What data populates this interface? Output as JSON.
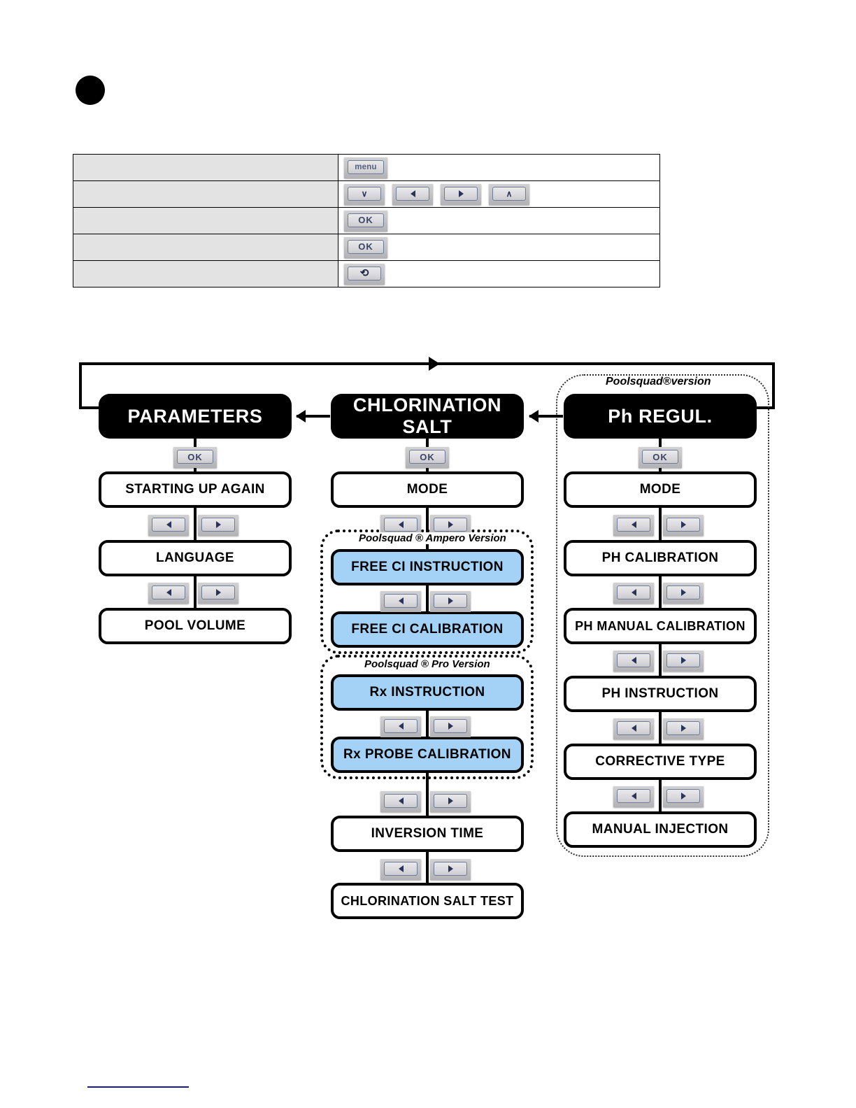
{
  "page": {
    "bullet_icon": "filled-circle-bullet",
    "footnote_rule": "footnote-separator"
  },
  "key_table": {
    "rows": [
      {
        "label": "",
        "keys": [
          {
            "icon": "menu-key",
            "label": "menu"
          }
        ]
      },
      {
        "label": "",
        "keys": [
          {
            "icon": "down-key",
            "label": "∨"
          },
          {
            "icon": "left-key",
            "label": "◂"
          },
          {
            "icon": "right-key",
            "label": "▸"
          },
          {
            "icon": "up-key",
            "label": "∧"
          }
        ]
      },
      {
        "label": "",
        "keys": [
          {
            "icon": "ok-key",
            "label": "OK"
          }
        ]
      },
      {
        "label": "",
        "keys": [
          {
            "icon": "ok-key",
            "label": "OK"
          }
        ]
      },
      {
        "label": "",
        "keys": [
          {
            "icon": "return-home-key",
            "label": "⟲"
          }
        ]
      }
    ]
  },
  "diagram": {
    "type": "menu-navigation-flowchart",
    "loop_arrow": "loop-back-to-parameters",
    "colors": {
      "header_fill": "#000000",
      "header_text": "#ffffff",
      "node_fill": "#ffffff",
      "highlight_fill": "#a4d2f6",
      "outline": "#000000",
      "footnote_rule": "#1a1a8c"
    },
    "columns": [
      {
        "id": "parameters",
        "header": "PARAMETERS",
        "entry_key": "OK",
        "nodes": [
          {
            "label": "STARTING UP AGAIN",
            "highlight": false
          },
          {
            "label": "LANGUAGE",
            "highlight": false
          },
          {
            "label": "POOL VOLUME",
            "highlight": false
          }
        ]
      },
      {
        "id": "chlorination-salt",
        "header": "CHLORINATION  SALT",
        "entry_key": "OK",
        "nodes": [
          {
            "label": "MODE",
            "highlight": false
          },
          {
            "label": "FREE CI INSTRUCTION",
            "highlight": true,
            "group": "Poolsquad ® Ampero Version"
          },
          {
            "label": "FREE CI CALIBRATION",
            "highlight": true,
            "group": "Poolsquad ® Ampero Version"
          },
          {
            "label": "Rx INSTRUCTION",
            "highlight": true,
            "group": "Poolsquad ® Pro Version"
          },
          {
            "label": "Rx PROBE CALIBRATION",
            "highlight": true,
            "group": "Poolsquad ® Pro Version"
          },
          {
            "label": "INVERSION  TIME",
            "highlight": false
          },
          {
            "label": "CHLORINATION  SALT TEST",
            "highlight": false
          }
        ],
        "groups": [
          {
            "label": "Poolsquad ® Ampero Version"
          },
          {
            "label": "Poolsquad ® Pro Version"
          }
        ]
      },
      {
        "id": "ph-regul",
        "header": "Ph REGUL.",
        "entry_key": "OK",
        "group_label": "Poolsquad®version",
        "nodes": [
          {
            "label": "MODE",
            "highlight": false
          },
          {
            "label": "PH CALIBRATION",
            "highlight": false
          },
          {
            "label": "PH MANUAL  CALIBRATION",
            "highlight": false
          },
          {
            "label": "PH INSTRUCTION",
            "highlight": false
          },
          {
            "label": "CORRECTIVE TYPE",
            "highlight": false
          },
          {
            "label": "MANUAL  INJECTION",
            "highlight": false
          }
        ]
      }
    ],
    "nav_keys": {
      "left": "◂",
      "right": "▸",
      "ok": "OK"
    }
  }
}
